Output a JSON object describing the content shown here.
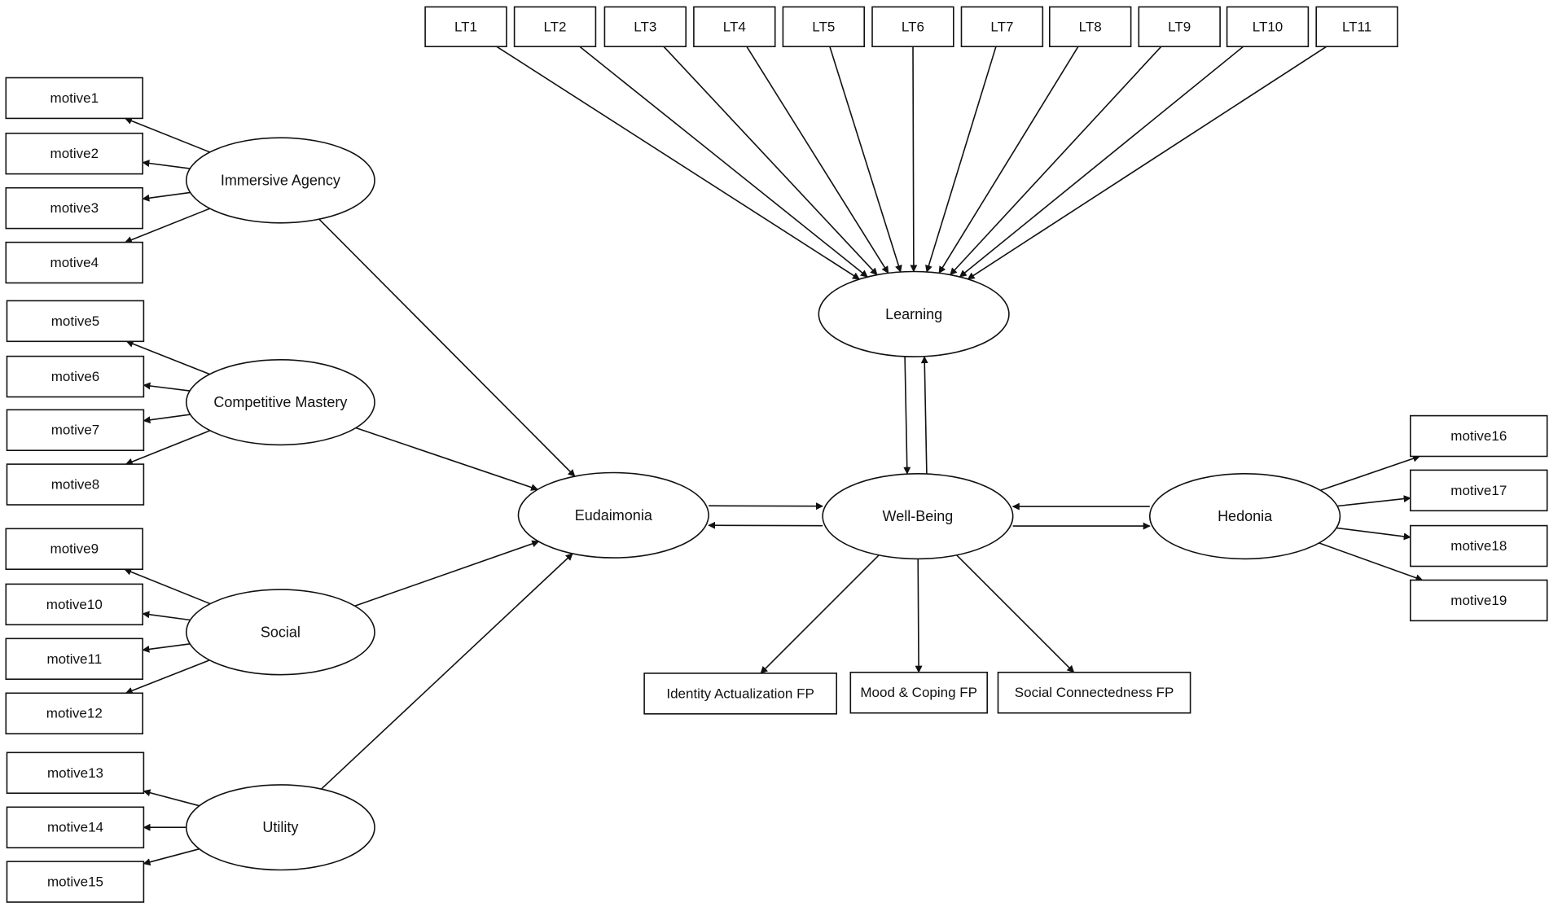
{
  "indicators": {
    "lt1": "LT1",
    "lt2": "LT2",
    "lt3": "LT3",
    "lt4": "LT4",
    "lt5": "LT5",
    "lt6": "LT6",
    "lt7": "LT7",
    "lt8": "LT8",
    "lt9": "LT9",
    "lt10": "LT10",
    "lt11": "LT11",
    "motive1": "motive1",
    "motive2": "motive2",
    "motive3": "motive3",
    "motive4": "motive4",
    "motive5": "motive5",
    "motive6": "motive6",
    "motive7": "motive7",
    "motive8": "motive8",
    "motive9": "motive9",
    "motive10": "motive10",
    "motive11": "motive11",
    "motive12": "motive12",
    "motive13": "motive13",
    "motive14": "motive14",
    "motive15": "motive15",
    "motive16": "motive16",
    "motive17": "motive17",
    "motive18": "motive18",
    "motive19": "motive19",
    "identity_fp": "Identity Actualization FP",
    "mood_fp": "Mood & Coping FP",
    "social_fp": "Social Connectedness FP"
  },
  "latents": {
    "immersive_agency": "Immersive Agency",
    "competitive_mastery": "Competitive Mastery",
    "social": "Social",
    "utility": "Utility",
    "eudaimonia": "Eudaimonia",
    "well_being": "Well-Being",
    "hedonia": "Hedonia",
    "learning": "Learning"
  },
  "edges": [
    {
      "from": "immersive_agency",
      "to": "motive1"
    },
    {
      "from": "immersive_agency",
      "to": "motive2"
    },
    {
      "from": "immersive_agency",
      "to": "motive3"
    },
    {
      "from": "immersive_agency",
      "to": "motive4"
    },
    {
      "from": "competitive_mastery",
      "to": "motive5"
    },
    {
      "from": "competitive_mastery",
      "to": "motive6"
    },
    {
      "from": "competitive_mastery",
      "to": "motive7"
    },
    {
      "from": "competitive_mastery",
      "to": "motive8"
    },
    {
      "from": "social",
      "to": "motive9"
    },
    {
      "from": "social",
      "to": "motive10"
    },
    {
      "from": "social",
      "to": "motive11"
    },
    {
      "from": "social",
      "to": "motive12"
    },
    {
      "from": "utility",
      "to": "motive13"
    },
    {
      "from": "utility",
      "to": "motive14"
    },
    {
      "from": "utility",
      "to": "motive15"
    },
    {
      "from": "immersive_agency",
      "to": "eudaimonia"
    },
    {
      "from": "competitive_mastery",
      "to": "eudaimonia"
    },
    {
      "from": "social",
      "to": "eudaimonia"
    },
    {
      "from": "utility",
      "to": "eudaimonia"
    },
    {
      "from": "lt1",
      "to": "learning"
    },
    {
      "from": "lt2",
      "to": "learning"
    },
    {
      "from": "lt3",
      "to": "learning"
    },
    {
      "from": "lt4",
      "to": "learning"
    },
    {
      "from": "lt5",
      "to": "learning"
    },
    {
      "from": "lt6",
      "to": "learning"
    },
    {
      "from": "lt7",
      "to": "learning"
    },
    {
      "from": "lt8",
      "to": "learning"
    },
    {
      "from": "lt9",
      "to": "learning"
    },
    {
      "from": "lt10",
      "to": "learning"
    },
    {
      "from": "lt11",
      "to": "learning"
    },
    {
      "from": "learning",
      "to": "well_being"
    },
    {
      "from": "well_being",
      "to": "learning"
    },
    {
      "from": "eudaimonia",
      "to": "well_being"
    },
    {
      "from": "well_being",
      "to": "eudaimonia"
    },
    {
      "from": "hedonia",
      "to": "well_being"
    },
    {
      "from": "well_being",
      "to": "hedonia"
    },
    {
      "from": "well_being",
      "to": "identity_fp"
    },
    {
      "from": "well_being",
      "to": "mood_fp"
    },
    {
      "from": "well_being",
      "to": "social_fp"
    },
    {
      "from": "hedonia",
      "to": "motive16"
    },
    {
      "from": "hedonia",
      "to": "motive17"
    },
    {
      "from": "hedonia",
      "to": "motive18"
    },
    {
      "from": "hedonia",
      "to": "motive19"
    }
  ]
}
